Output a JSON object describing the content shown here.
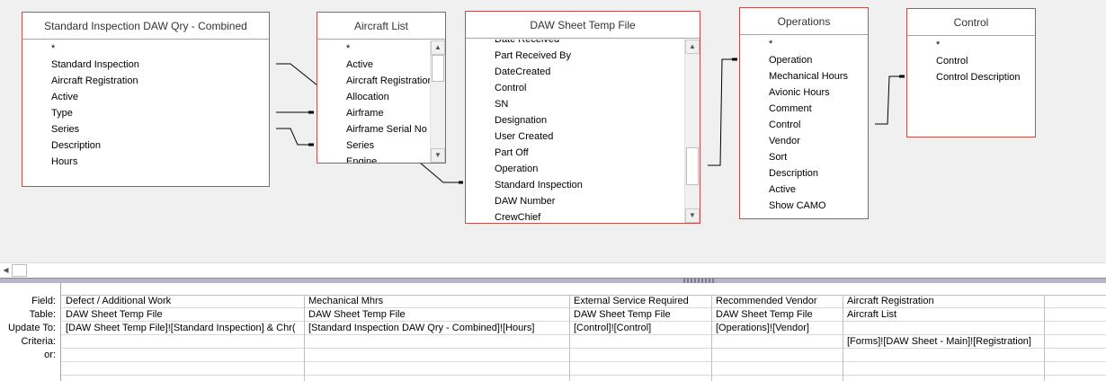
{
  "tables": {
    "standard_inspection": {
      "title": "Standard Inspection DAW Qry - Combined",
      "fields": [
        "*",
        "Standard Inspection",
        "Aircraft Registration",
        "Active",
        "Type",
        "Series",
        "Description",
        "Hours"
      ]
    },
    "aircraft_list": {
      "title": "Aircraft List",
      "fields": [
        "*",
        "Active",
        "Aircraft Registration",
        "Allocation",
        "Airframe",
        "Airframe Serial No",
        "Series",
        "Engine"
      ]
    },
    "daw_sheet": {
      "title": "DAW Sheet Temp File",
      "fields": [
        "Date Received",
        "Part Received By",
        "DateCreated",
        "Control",
        "SN",
        "Designation",
        "User Created",
        "Part Off",
        "Operation",
        "Standard Inspection",
        "DAW Number",
        "CrewChief"
      ]
    },
    "operations": {
      "title": "Operations",
      "fields": [
        "*",
        "Operation",
        "Mechanical Hours",
        "Avionic Hours",
        "Comment",
        "Control",
        "Vendor",
        "Sort",
        "Description",
        "Active",
        "Show CAMO"
      ]
    },
    "control": {
      "title": "Control",
      "fields": [
        "*",
        "Control",
        "Control Description"
      ]
    }
  },
  "grid": {
    "row_labels": [
      "Field:",
      "Table:",
      "Update To:",
      "Criteria:",
      "or:"
    ],
    "columns": [
      {
        "field": "Defect / Additional Work",
        "table": "DAW Sheet Temp File",
        "update_to": "[DAW Sheet Temp File]![Standard Inspection] & Chr(",
        "criteria": ""
      },
      {
        "field": "Mechanical Mhrs",
        "table": "DAW Sheet Temp File",
        "update_to": "[Standard Inspection DAW Qry - Combined]![Hours]",
        "criteria": ""
      },
      {
        "field": "External Service Required",
        "table": "DAW Sheet Temp File",
        "update_to": "[Control]![Control]",
        "criteria": ""
      },
      {
        "field": "Recommended Vendor",
        "table": "DAW Sheet Temp File",
        "update_to": "[Operations]![Vendor]",
        "criteria": ""
      },
      {
        "field": "Aircraft Registration",
        "table": "Aircraft List",
        "update_to": "",
        "criteria": "[Forms]![DAW Sheet - Main]![Registration]"
      }
    ]
  },
  "colors": {
    "table_border": "#c0504d",
    "background": "#f0f0f0",
    "splitter": "#b9b5c9"
  }
}
